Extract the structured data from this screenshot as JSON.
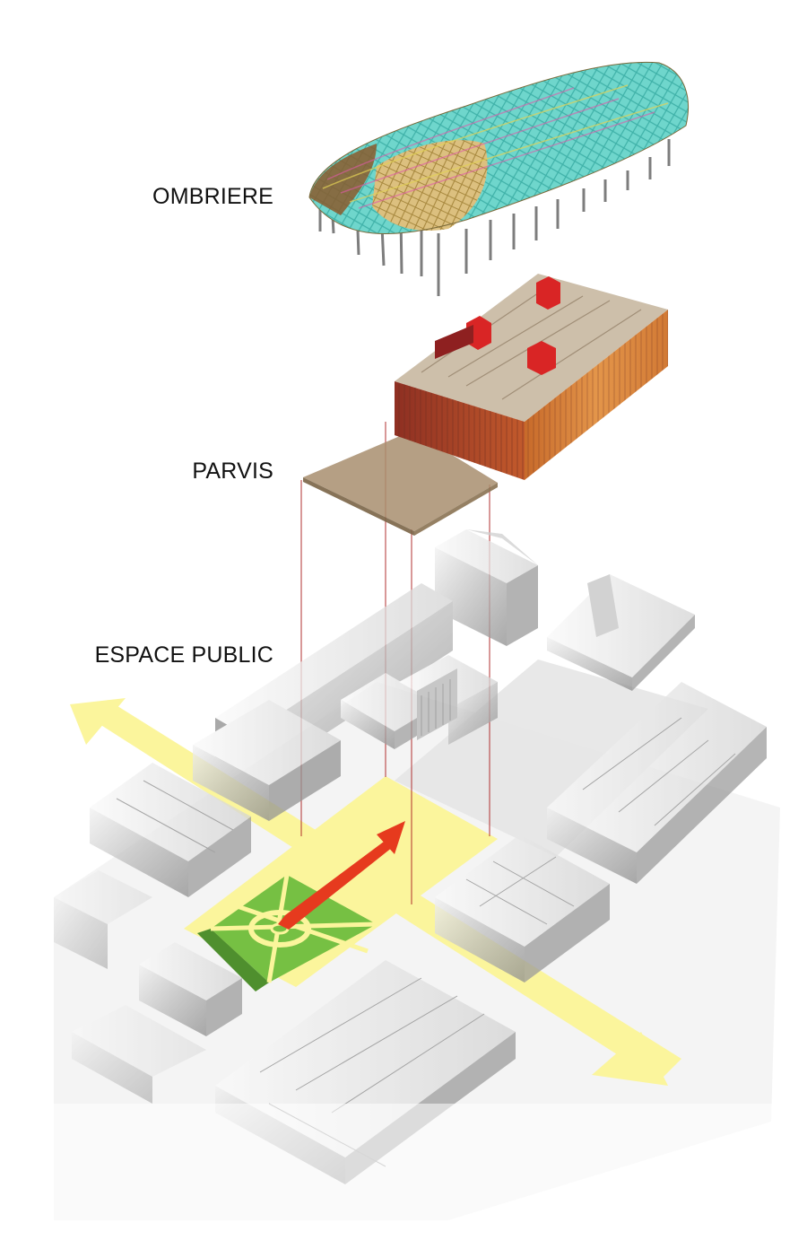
{
  "labels": {
    "ombriere": "OMBRIERE",
    "parvis": "PARVIS",
    "espace_public": "ESPACE PUBLIC"
  },
  "colors": {
    "background": "#ffffff",
    "label_text": "#111111",
    "axis_yellow": "#fbf59c",
    "square_green": "#76c043",
    "direction_arrow": "#e63a1e",
    "facade_orange": "#d9823a",
    "facade_red": "#a23a2a",
    "roof_cyan": "#5fd1c8",
    "roof_tan": "#d7b774",
    "guide_line": "#b02a2a",
    "block_gray": "#b8b8b8"
  },
  "icons": {
    "main_axis": "double-arrow-icon",
    "direction": "arrow-icon"
  }
}
